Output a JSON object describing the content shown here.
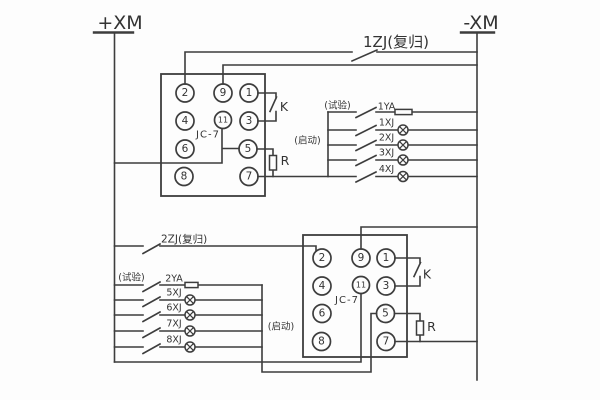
{
  "bus": {
    "positive": "+XM",
    "negative": "-XM"
  },
  "relay1": {
    "model": "JC-7",
    "terminals": [
      "2",
      "9",
      "1",
      "4",
      "11",
      "3",
      "6",
      "5",
      "8",
      "7"
    ],
    "reset_switch": "1ZJ(复归)",
    "test": "(试验)",
    "start": "(启动)",
    "aux_switch": "K",
    "resistor": "R",
    "rows": [
      "1YA",
      "1XJ",
      "2XJ",
      "3XJ",
      "4XJ"
    ]
  },
  "relay2": {
    "model": "JC-7",
    "terminals": [
      "2",
      "9",
      "1",
      "4",
      "11",
      "3",
      "6",
      "5",
      "8",
      "7"
    ],
    "reset_switch": "2ZJ(复归)",
    "test": "(试验)",
    "start": "(启动)",
    "aux_switch": "K",
    "resistor": "R",
    "rows": [
      "2YA",
      "5XJ",
      "6XJ",
      "7XJ",
      "8XJ"
    ]
  },
  "colors": {
    "line": "#3d3d3d",
    "background": "#fdfdfd"
  }
}
